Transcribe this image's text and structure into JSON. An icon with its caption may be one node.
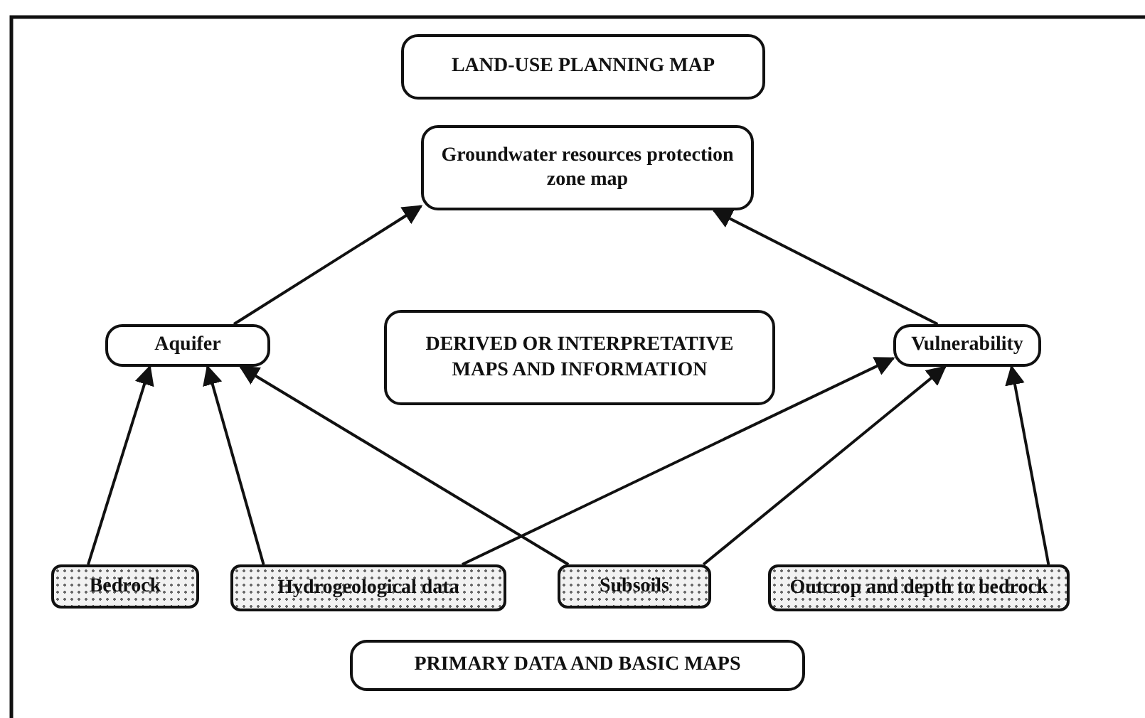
{
  "diagram": {
    "nodes": [
      {
        "text": [
          "LAND-USE PLANNING MAP"
        ]
      },
      {
        "text": [
          "Groundwater resources protection zone map"
        ]
      },
      {
        "text": [
          "Aquifer"
        ]
      },
      {
        "text": [
          "DERIVED OR INTERPRETATIVE MAPS AND INFORMATION"
        ]
      },
      {
        "text": [
          "Vulnerability"
        ]
      },
      {
        "text": [
          "Bedrock"
        ]
      },
      {
        "text": [
          "Hydrogeological data"
        ]
      },
      {
        "text": [
          "Subsoils"
        ]
      },
      {
        "text": [
          "Outcrop and depth to bedrock"
        ]
      },
      {
        "text": [
          "PRIMARY DATA AND BASIC MAPS"
        ]
      }
    ],
    "edges": [
      {
        "from": 2,
        "to": 1,
        "arrow": "to"
      },
      {
        "from": 4,
        "to": 1,
        "arrow": "to"
      },
      {
        "from": 5,
        "to": 2,
        "arrow": "to"
      },
      {
        "from": 6,
        "to": 2,
        "arrow": "to"
      },
      {
        "from": 7,
        "to": 2,
        "arrow": "to"
      },
      {
        "from": 6,
        "to": 4,
        "arrow": "to"
      },
      {
        "from": 7,
        "to": 4,
        "arrow": "to"
      },
      {
        "from": 8,
        "to": 4,
        "arrow": "to"
      }
    ]
  }
}
